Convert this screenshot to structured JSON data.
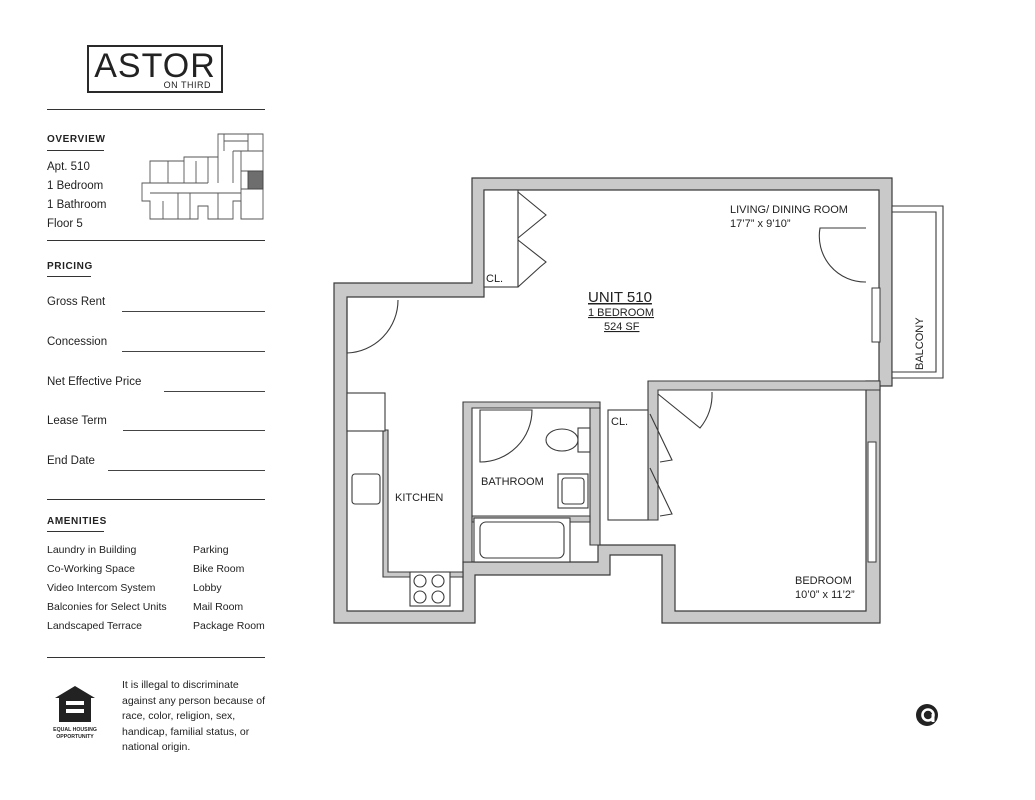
{
  "brand": {
    "name": "ASTOR",
    "sub": "ON THIRD"
  },
  "overview": {
    "title": "OVERVIEW",
    "apt": "Apt. 510",
    "bedrooms": "1 Bedroom",
    "bathrooms": "1 Bathroom",
    "floor": "Floor 5"
  },
  "pricing": {
    "title": "PRICING",
    "gross_rent": "Gross Rent",
    "concession": "Concession",
    "net_effective_price": "Net Effective Price",
    "lease_term": "Lease Term",
    "end_date": "End Date"
  },
  "amenities": {
    "title": "AMENITIES",
    "left": [
      "Laundry in Building",
      "Co-Working Space",
      "Video Intercom System",
      "Balconies for Select Units",
      "Landscaped Terrace"
    ],
    "right": [
      "Parking",
      "Bike Room",
      "Lobby",
      "Mail Room",
      "Package Room"
    ]
  },
  "fair_housing": {
    "logo_text_1": "EQUAL HOUSING",
    "logo_text_2": "OPPORTUNITY",
    "statement": "It is illegal to discriminate against any person because of race, color, religion, sex, handicap, familial status, or national origin."
  },
  "plan": {
    "unit": "UNIT 510",
    "type": "1 BEDROOM",
    "area": "524 SF",
    "living_name": "LIVING/ DINING ROOM",
    "living_dims": "17’7” x 9’10”",
    "balcony": "BALCONY",
    "closet_1": "CL.",
    "closet_2": "CL.",
    "bathroom": "BATHROOM",
    "kitchen": "KITCHEN",
    "bedroom_name": "BEDROOM",
    "bedroom_dims": "10’0” x 11’2”"
  },
  "icons": {
    "eho": "equal-housing-opportunity-icon",
    "corner": "brand-mark-icon"
  },
  "colors": {
    "wall": "#c9c9c9",
    "outline": "#3a3a3a",
    "text": "#222222"
  }
}
